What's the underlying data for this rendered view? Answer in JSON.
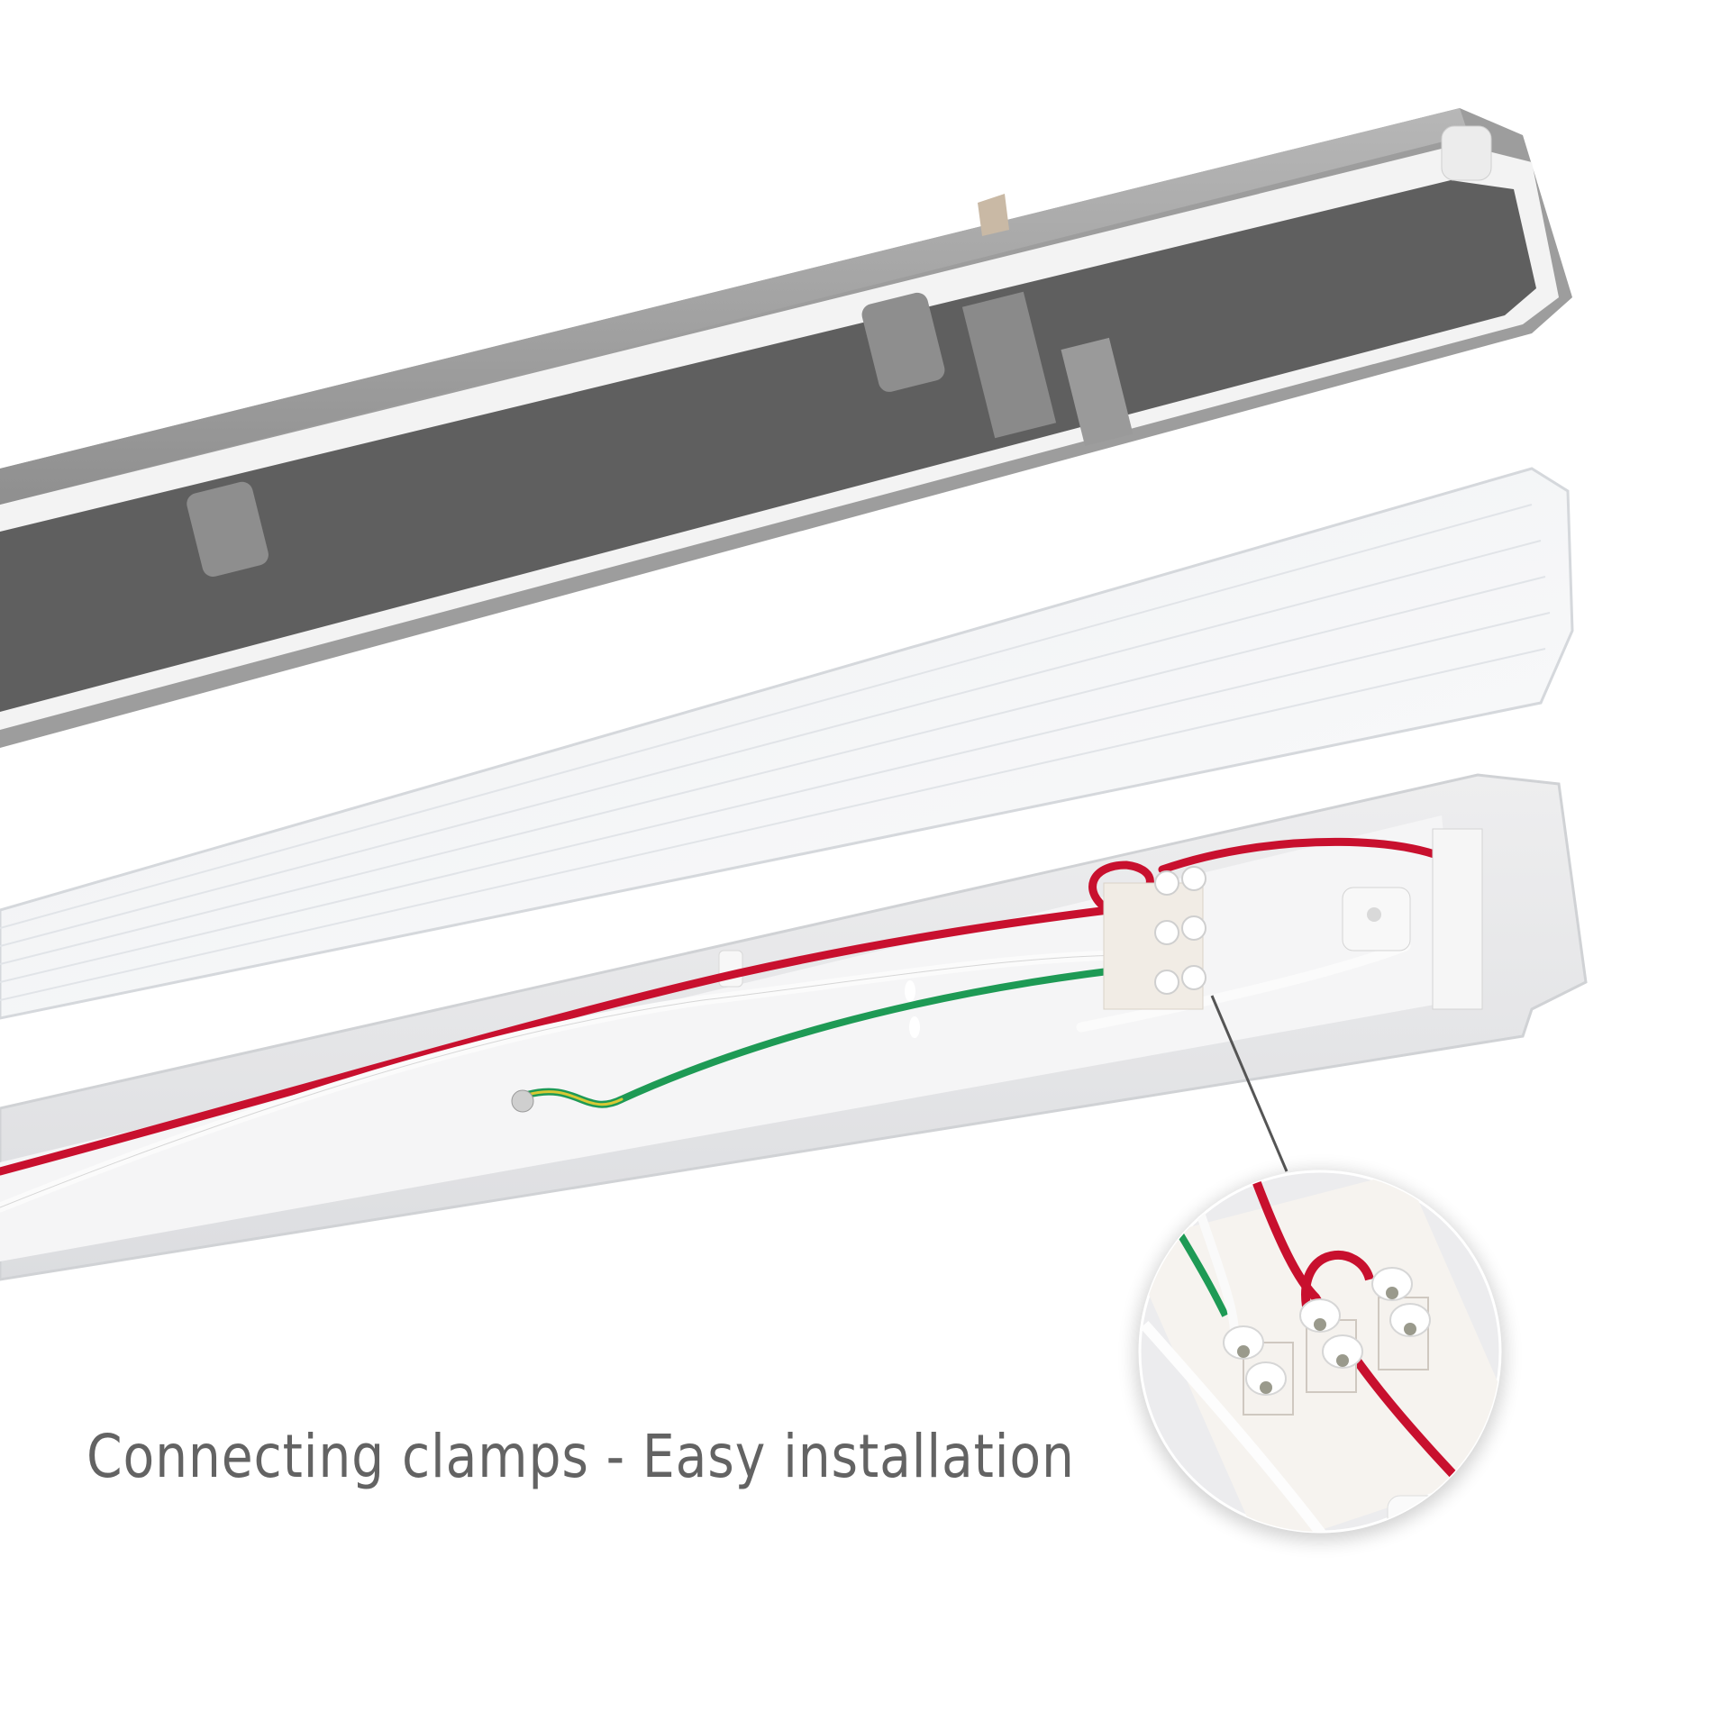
{
  "caption": {
    "text": "Connecting clamps - Easy installation",
    "color": "#636363"
  },
  "product": {
    "parts": [
      {
        "name": "housing",
        "color": "#5e5e5e",
        "rim_color": "#9a9a9a"
      },
      {
        "name": "diffuser",
        "color": "#f4f5f6"
      },
      {
        "name": "gear-tray",
        "color": "#e9eaeb"
      }
    ],
    "wires": [
      {
        "name": "live",
        "color": "#c8102e"
      },
      {
        "name": "neutral",
        "color": "#f2f2f2"
      },
      {
        "name": "earth",
        "color": "#1e9a55",
        "stripe": "#d8c834"
      }
    ],
    "terminal_block": {
      "clamps": 6
    },
    "magnifier": {
      "shape": "circle"
    }
  }
}
